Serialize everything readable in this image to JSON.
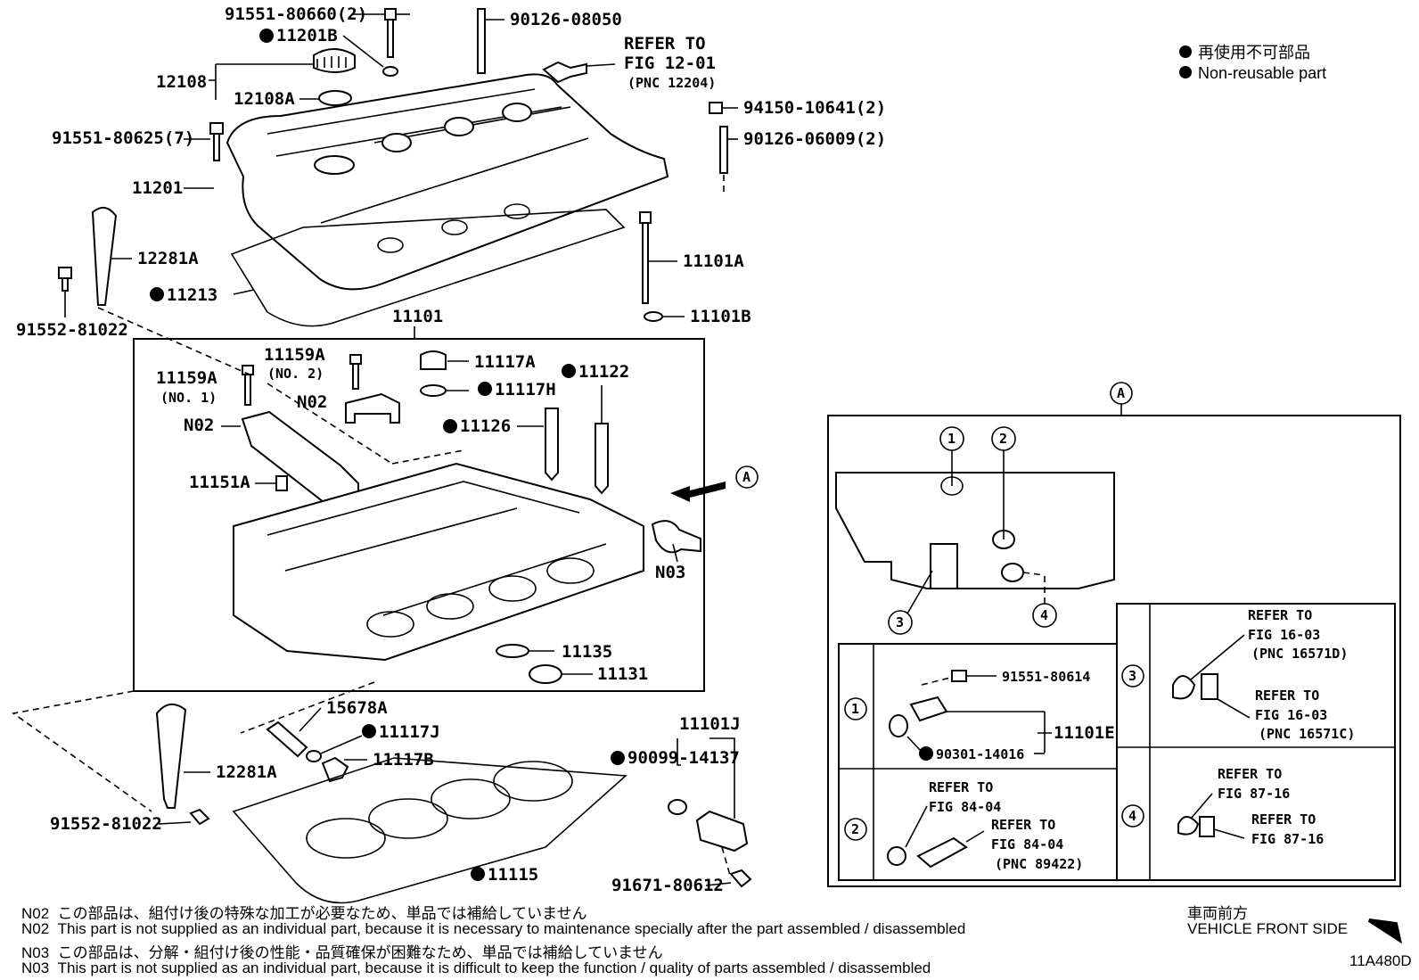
{
  "legend": {
    "line_jp": "再使用不可部品",
    "line_en": "Non-reusable part"
  },
  "labels": {
    "p91551_80660": "91551-80660(2)",
    "p11201B": "11201B",
    "p90126_08050": "90126-08050",
    "refer_top_1": "REFER TO",
    "refer_top_2": "FIG 12-01",
    "refer_top_3": "(PNC 12204)",
    "p12108": "12108",
    "p12108A": "12108A",
    "p94150": "94150-10641(2)",
    "p91551_80625": "91551-80625(7)",
    "p90126_06009": "90126-06009(2)",
    "p11201": "11201",
    "p12281A_top": "12281A",
    "p11101A": "11101A",
    "p11213": "11213",
    "p11101B": "11101B",
    "p91552_top": "91552-81022",
    "p11101": "11101",
    "p11159A_no2": "11159A",
    "no2": "(NO. 2)",
    "p11159A_no1": "11159A",
    "no1": "(NO. 1)",
    "p11117A": "11117A",
    "p11122": "11122",
    "n02_a": "N02",
    "p11117H": "11117H",
    "n02_b": "N02",
    "p11126": "11126",
    "p11151A": "11151A",
    "view_a": "A",
    "n03": "N03",
    "p11135": "11135",
    "p11131": "11131",
    "p15678A": "15678A",
    "p11101J": "11101J",
    "p11117J": "11117J",
    "p11117B": "11117B",
    "p90099": "90099-14137",
    "p12281A_bot": "12281A",
    "p91552_bot": "91552-81022",
    "p11115": "11115",
    "p91671": "91671-80612"
  },
  "detail": {
    "header": "A",
    "c1": "1",
    "c2": "2",
    "c3": "3",
    "c4": "4",
    "r1_bolt": "91551-80614",
    "r1_ring": "90301-14016",
    "r1_assy": "11101E",
    "r2_ref1a": "REFER TO",
    "r2_ref1b": "FIG 84-04",
    "r2_ref2a": "REFER TO",
    "r2_ref2b": "FIG 84-04",
    "r2_ref2c": "(PNC 89422)",
    "r3_ref1a": "REFER TO",
    "r3_ref1b": "FIG 16-03",
    "r3_ref1c": "(PNC 16571D)",
    "r3_ref2a": "REFER TO",
    "r3_ref2b": "FIG 16-03",
    "r3_ref2c": "(PNC 16571C)",
    "r4_ref1a": "REFER TO",
    "r4_ref1b": "FIG 87-16",
    "r4_ref2a": "REFER TO",
    "r4_ref2b": "FIG 87-16"
  },
  "notes": [
    {
      "code": "N02",
      "text": "この部品は、組付け後の特殊な加工が必要なため、単品では補給していません"
    },
    {
      "code": "N02",
      "text": "This part is not supplied as an individual part, because it is necessary to maintenance specially after the part assembled / disassembled"
    },
    {
      "code": "N03",
      "text": "この部品は、分解・組付け後の性能・品質確保が困難なため、単品では補給していません"
    },
    {
      "code": "N03",
      "text": "This part is not supplied as an individual part, because it is difficult to keep the function / quality of parts  assembled / disassembled"
    }
  ],
  "direction": {
    "jp": "車両前方",
    "en": "VEHICLE FRONT SIDE"
  },
  "figure_code": "11A480D",
  "colors": {
    "ink": "#000000",
    "paper": "#ffffff"
  }
}
